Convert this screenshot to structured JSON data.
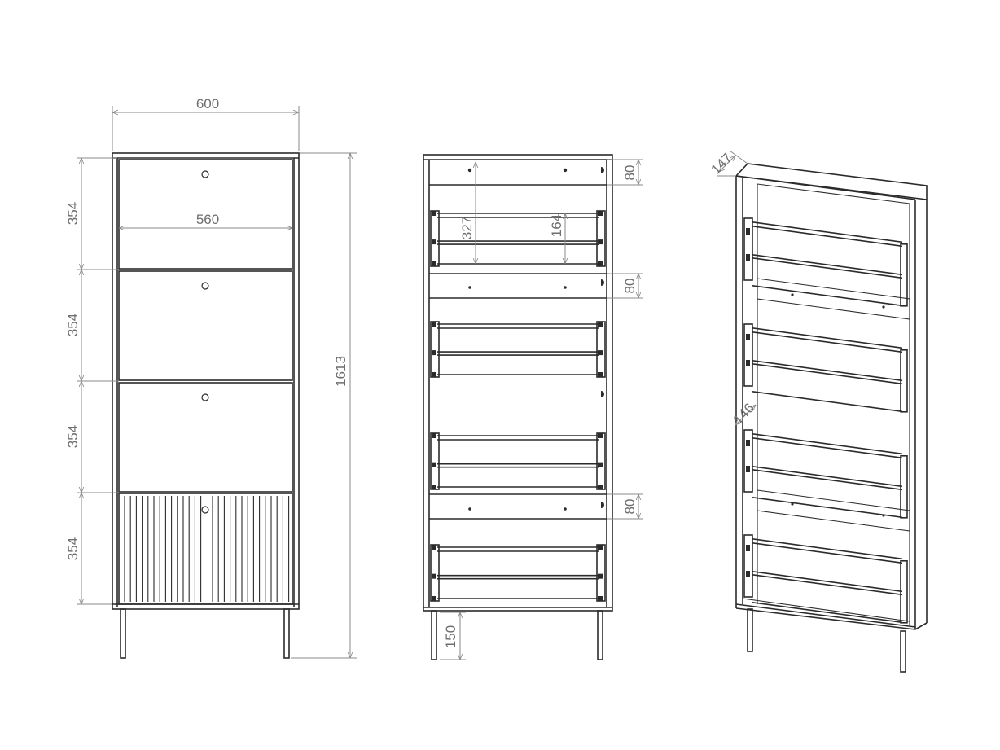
{
  "dimensions": {
    "front_total_width": "600",
    "front_inner_width": "560",
    "front_total_height": "1613",
    "compartment_heights": [
      "354",
      "354",
      "354",
      "354"
    ],
    "interior_rail_heights": [
      "80",
      "80",
      "80"
    ],
    "interior_shelf_height": "327",
    "interior_bracket_height": "164",
    "leg_height": "150",
    "side_depth": "147",
    "side_bracket_depth": "146"
  }
}
